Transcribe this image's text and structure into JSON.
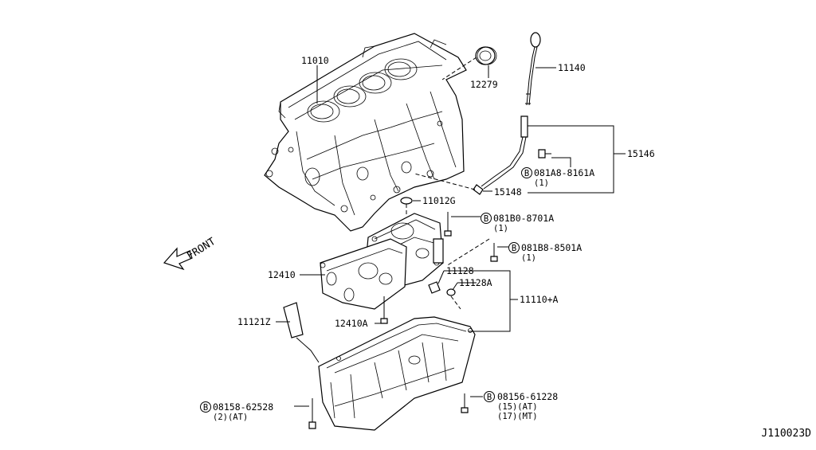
{
  "diagram": {
    "code": "J110023D",
    "front_label": "FRONT",
    "bolt_symbol": "B",
    "parts": {
      "p11010": "11010",
      "p12279": "12279",
      "p11140": "11140",
      "p15146": "15146",
      "p081A8": "081A8-8161A",
      "p081A8_qty": "(1)",
      "p15148": "15148",
      "p11012G": "11012G",
      "p081B0": "081B0-8701A",
      "p081B0_qty": "(1)",
      "p081B8": "081B8-8501A",
      "p081B8_qty": "(1)",
      "p12410": "12410",
      "p11128": "11128",
      "p11128A": "11128A",
      "p11110A": "11110+A",
      "p11121Z": "11121Z",
      "p12410A": "12410A",
      "p08158": "08158-62528",
      "p08158_qty": "(2)(AT)",
      "p08156": "08156-61228",
      "p08156_qty1": "(15)(AT)",
      "p08156_qty2": "(17)(MT)"
    }
  }
}
